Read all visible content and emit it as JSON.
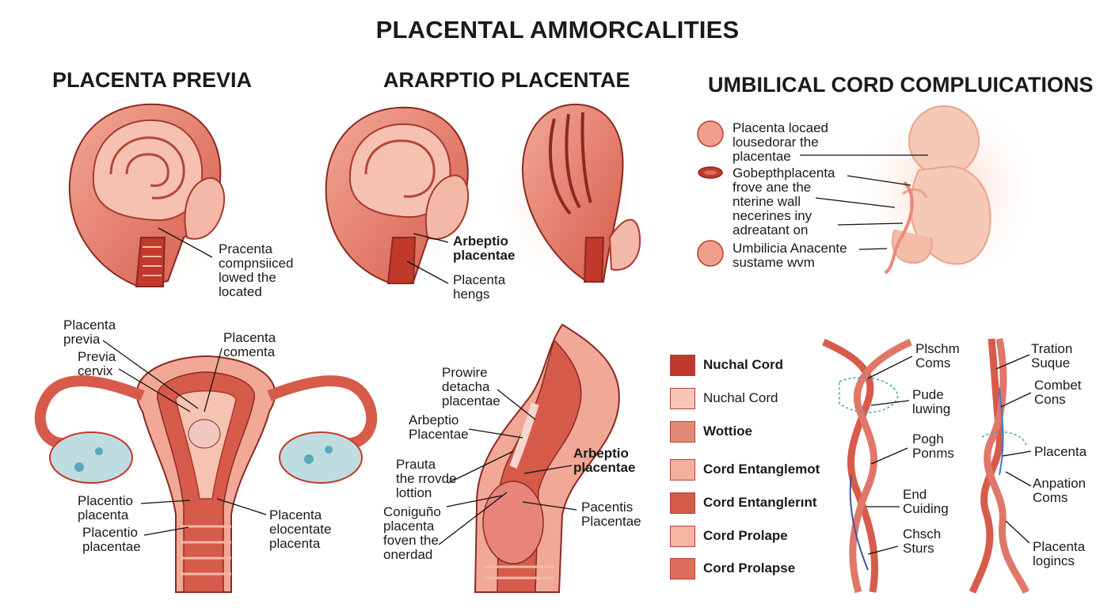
{
  "title": "PLACENTAL AMMORCALITIES",
  "sections": {
    "previa": "PLACENTA PREVIA",
    "abruptio": "ARARPTIO PLACENTAE",
    "cord": "UMBILICAL CORD COMPLUICATIONS"
  },
  "labels": {
    "previa_top": "Pracenta\ncompnsiiced\nlowed the\nlocated",
    "abruptio_top_1": "Arbeptio\nplacentae",
    "abruptio_top_2": "Placenta\nhengs",
    "cord_item_1": "Placenta locaed\nlousedorar the\nplacentae",
    "cord_item_2": "Gobepthplacenta\nfrove ane the\nnterine wall\nnecerines iny\nadreatant on",
    "cord_item_3": "Umbilicia Anacente\nsustame wvm",
    "uterus_1": "Placenta\nprevia",
    "uterus_2": "Previa\ncervix",
    "uterus_3": "Placenta\ncomenta",
    "uterus_4": "Placentio\nplacenta",
    "uterus_5": "Placentio\nplacentae",
    "uterus_6": "Placenta\nelocentate\nplacenta",
    "canal_1": "Prowire\ndetacha\nplacentae",
    "canal_2": "Arbeptio\nPlacentae",
    "canal_3": "Prauta\nthe rrovde\nlottion",
    "canal_4": "Coniguño\nplacenta\nfoven the\nonerdad",
    "canal_5": "Arbeptio\nplacentae",
    "canal_6": "Pacentis\nPlacentae",
    "cord_a_1": "Plschm\nComs",
    "cord_a_2": "Pude\nluwing",
    "cord_a_3": "Pogh\nPonms",
    "cord_a_4": "End\nCuiding",
    "cord_a_5": "Chsch\nSturs",
    "cord_b_1": "Tration\nSuque",
    "cord_b_2": "Combet\nCons",
    "cord_b_3": "Placenta",
    "cord_b_4": "Anpation\nComs",
    "cord_b_5": "Placenta\nlogincs"
  },
  "legend": [
    {
      "label": "Nuchal Cord",
      "color": "#c0392b"
    },
    {
      "label": "Nuchal Cord",
      "color": "#f6c7b6"
    },
    {
      "label": "Wottioe",
      "color": "#e38a76"
    },
    {
      "label": "Cord Entanglemot",
      "color": "#f3b09c"
    },
    {
      "label": "Cord Entanglerınt",
      "color": "#d65a4a"
    },
    {
      "label": "Cord Prolape",
      "color": "#f5b5a3"
    },
    {
      "label": "Cord Prolapse",
      "color": "#dd6e5c"
    }
  ],
  "colors": {
    "tissue_dark": "#c0392b",
    "tissue_mid": "#e0786a",
    "tissue_light": "#f4b8a8",
    "skin": "#f6c9b6",
    "outline": "#8a2a22",
    "ovary": "#bfdde0",
    "cord_blue": "#3a7ec9"
  }
}
